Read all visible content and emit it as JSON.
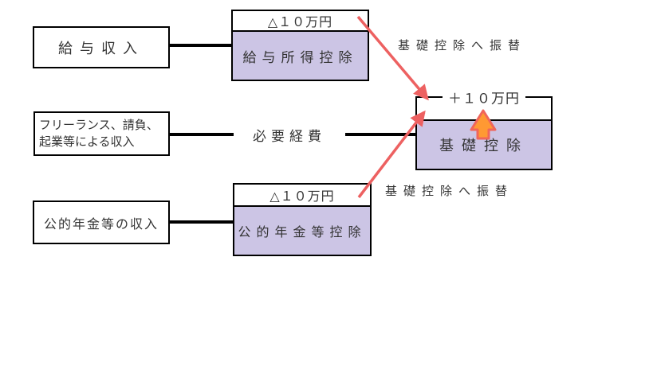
{
  "colors": {
    "deduction_fill": "#ccc5e5",
    "arrow_red": "#ed6161",
    "arrow_orange": "#ff9933",
    "arrow_orange_border": "#f0655a",
    "box_border": "#000000",
    "text": "#333333"
  },
  "nodes": {
    "salary_income": {
      "label": "給与収入"
    },
    "salary_deduction": {
      "header": "△１０万円",
      "body": "給与所得控除"
    },
    "freelance_income": {
      "line1": "フリーランス、請負、",
      "line2": "起業等による収入"
    },
    "expenses": {
      "label": "必要経費"
    },
    "basic_deduction": {
      "header": "＋１０万円",
      "body": "基礎控除"
    },
    "pension_income": {
      "label": "公的年金等の収入"
    },
    "pension_deduction": {
      "header": "△１０万円",
      "body": "公的年金等控除"
    }
  },
  "annotations": {
    "transfer_note_top": "基礎控除へ振替",
    "transfer_note_bottom": "基礎控除へ振替"
  }
}
